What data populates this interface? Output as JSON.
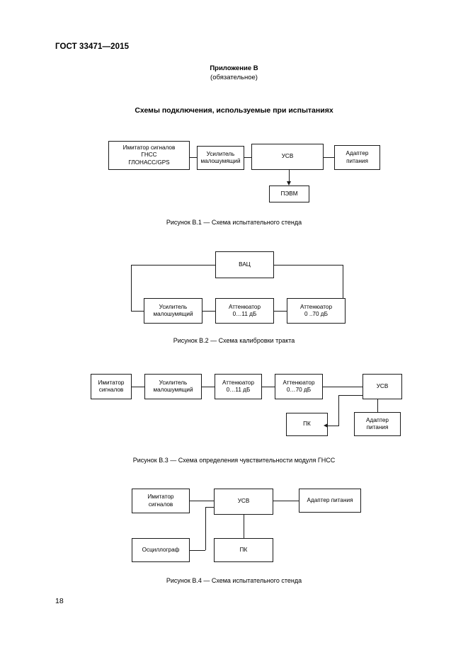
{
  "header": {
    "standard": "ГОСТ 33471—2015",
    "page_number": "18"
  },
  "appendix": {
    "line1": "Приложение В",
    "line2": "(обязательное)",
    "title": "Схемы подключения, используемые при испытаниях"
  },
  "figures": [
    {
      "id": "B.1",
      "caption": "Рисунок В.1 — Схема испытательного стенда",
      "nodes": [
        {
          "name": "signal-simulator",
          "label": "Имитатор сигналов\nГНСС\nГЛОНАСС/GPS"
        },
        {
          "name": "low-noise-amplifier",
          "label": "Усилитель\nмалошумящий"
        },
        {
          "name": "usv",
          "label": "УСВ"
        },
        {
          "name": "power-adapter",
          "label": "Адаптер\nпитания"
        },
        {
          "name": "pevm",
          "label": "ПЭВМ"
        }
      ]
    },
    {
      "id": "B.2",
      "caption": "Рисунок В.2 — Схема калибровки тракта",
      "nodes": [
        {
          "name": "vac",
          "label": "ВАЦ"
        },
        {
          "name": "low-noise-amplifier",
          "label": "Усилитель\nмалошумящий"
        },
        {
          "name": "attenuator-11",
          "label": "Аттенюатор\n0…11 дБ"
        },
        {
          "name": "attenuator-70",
          "label": "Аттенюатор\n0 ..70 дБ"
        }
      ]
    },
    {
      "id": "B.3",
      "caption": "Рисунок В.3 — Схема определения чувствительности модуля ГНСС",
      "nodes": [
        {
          "name": "signal-simulator",
          "label": "Имитатор\nсигналов"
        },
        {
          "name": "low-noise-amplifier",
          "label": "Усилитель\nмалошумящий"
        },
        {
          "name": "attenuator-11",
          "label": "Аттенюатор\n0…11 дБ"
        },
        {
          "name": "attenuator-70",
          "label": "Аттенюатор\n0…70 дБ"
        },
        {
          "name": "usv",
          "label": "УСВ"
        },
        {
          "name": "pk",
          "label": "ПК"
        },
        {
          "name": "power-adapter",
          "label": "Адаптер\nпитания"
        }
      ]
    },
    {
      "id": "B.4",
      "caption": "Рисунок В.4 — Схема испытательного стенда",
      "nodes": [
        {
          "name": "signal-simulator",
          "label": "Имитатор\nсигналов"
        },
        {
          "name": "usv",
          "label": "УСВ"
        },
        {
          "name": "power-adapter",
          "label": "Адаптер питания"
        },
        {
          "name": "oscilloscope",
          "label": "Осциллограф"
        },
        {
          "name": "pk",
          "label": "ПК"
        }
      ]
    }
  ]
}
